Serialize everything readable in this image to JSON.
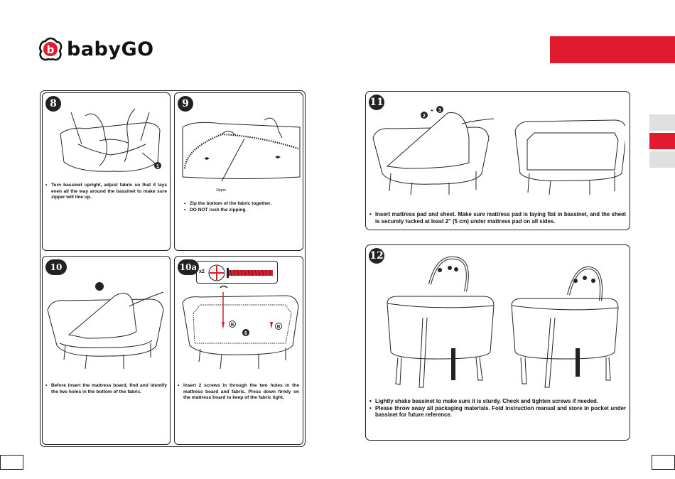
{
  "brand": {
    "name": "babyGO",
    "accent": "#e01b2f"
  },
  "step8": {
    "badge": "8",
    "callout": "1",
    "lines": [
      "Turn bassinet upright, adjust fabric so that it lays even all the way around the bassinet to make sure zipper will line up."
    ]
  },
  "step9": {
    "badge": "9",
    "zipper_label": "Zipper",
    "lines": [
      "Zip the bottom of the fabric together.",
      "DO NOT rush the zipping."
    ]
  },
  "step10": {
    "badge": "10",
    "lines": [
      "Before insert the mattress board, find and identify the two holes in the bottom of the fabric."
    ]
  },
  "step10a": {
    "badge": "10a",
    "qty": "x2",
    "callout_b1": "B",
    "callout_b2": "B",
    "callout_6": "6",
    "lines": [
      "Insert 2 screws in through the two holes in the mattress board and fabric. Press down firmly on the mattress board to keep of the fabric tight."
    ]
  },
  "step11": {
    "badge": "11",
    "callout_2": "2",
    "plus": "+",
    "callout_3": "3",
    "lines": [
      "Insert mattress pad and sheet. Make sure mattress pad is laying flat in bassinet, and the sheet is securely tucked at least 2\" (5 cm) under mattress pad on all sides."
    ]
  },
  "step12": {
    "badge": "12",
    "lines": [
      "",
      "",
      "Lightly shake bassinet to make sure it is sturdy. Check and tighten screws if needed.",
      "Please throw away all packaging materials. Fold instruction manual and store in pocket under bassinet for future reference."
    ]
  }
}
